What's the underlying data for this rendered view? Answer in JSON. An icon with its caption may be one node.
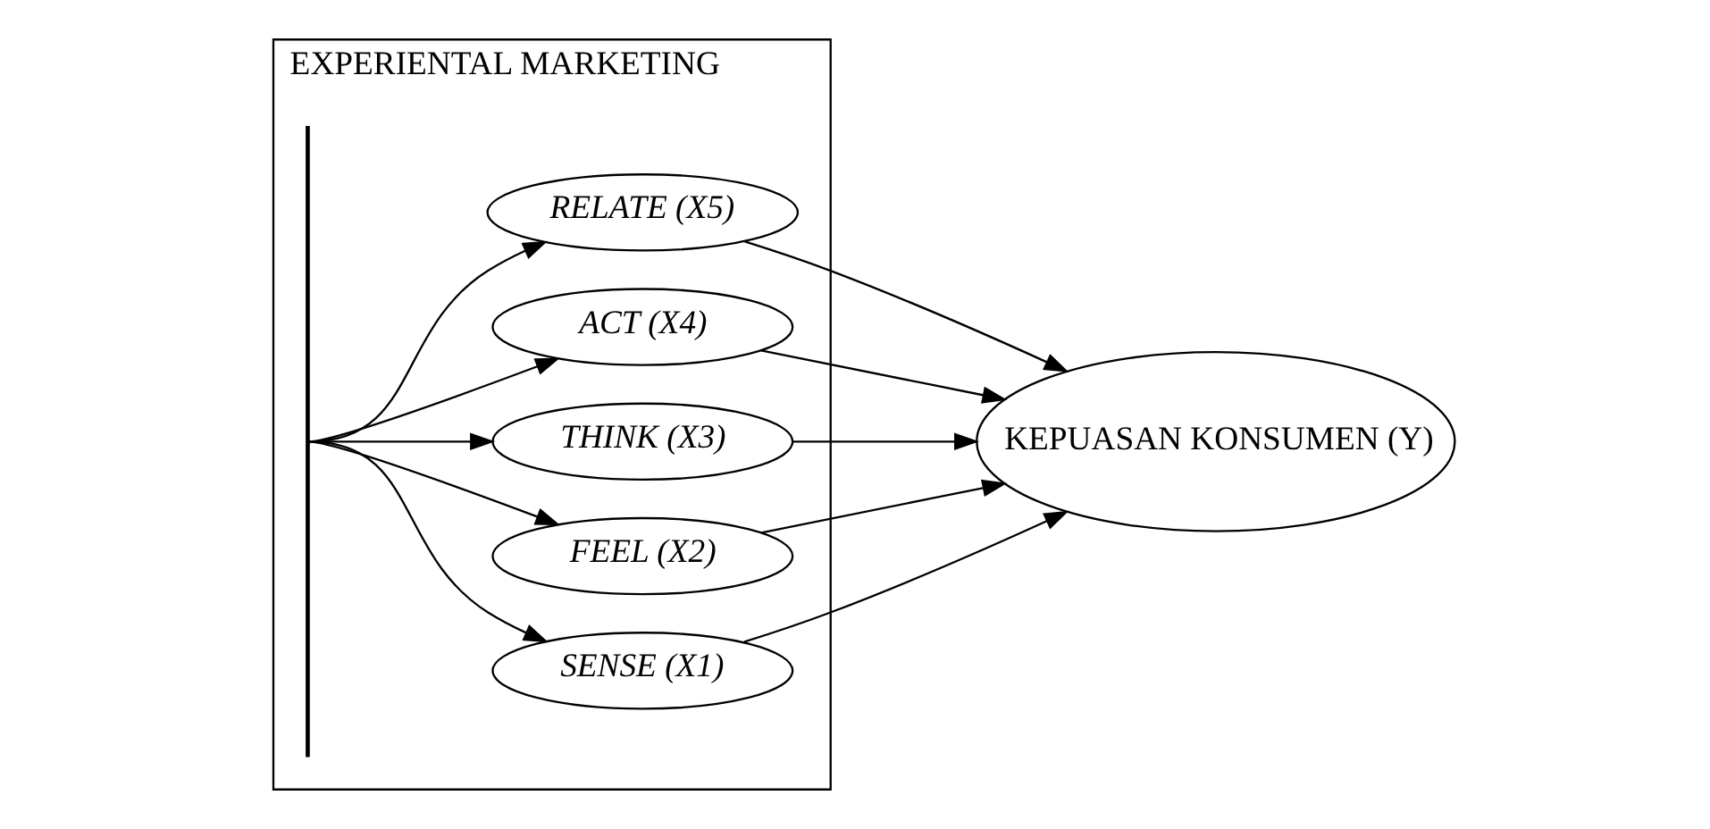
{
  "diagram": {
    "nodes": [
      {
        "text": [
          "EXPERIENTAL MARKETING"
        ]
      },
      {
        "text": [],
        "shape": "bar",
        "in": 0
      },
      {
        "text": [
          "SENSE (X1)"
        ],
        "in": 0
      },
      {
        "text": [
          "FEEL (X2)"
        ],
        "in": 0
      },
      {
        "text": [
          "THINK (X3)"
        ],
        "in": 0
      },
      {
        "text": [
          "ACT (X4)"
        ],
        "in": 0
      },
      {
        "text": [
          "RELATE (X5)"
        ],
        "in": 0
      },
      {
        "text": [
          "KEPUASAN KONSUMEN (Y)"
        ]
      }
    ],
    "edges": [
      {
        "from": 1,
        "to": 2,
        "arrow": "to"
      },
      {
        "from": 1,
        "to": 3,
        "arrow": "to"
      },
      {
        "from": 1,
        "to": 4,
        "arrow": "to"
      },
      {
        "from": 1,
        "to": 5,
        "arrow": "to"
      },
      {
        "from": 1,
        "to": 6,
        "arrow": "to"
      },
      {
        "from": 2,
        "to": 7,
        "arrow": "to"
      },
      {
        "from": 3,
        "to": 7,
        "arrow": "to"
      },
      {
        "from": 4,
        "to": 7,
        "arrow": "to"
      },
      {
        "from": 5,
        "to": 7,
        "arrow": "to"
      },
      {
        "from": 6,
        "to": 7,
        "arrow": "to"
      }
    ]
  }
}
